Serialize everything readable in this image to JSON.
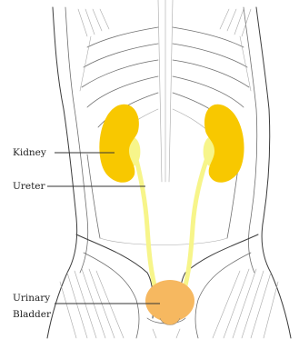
{
  "labels": {
    "kidney": "Kidney",
    "ureter": "Ureter",
    "bladder_line1": "Urinary",
    "bladder_line2": "Bladder"
  },
  "colors": {
    "kidney": "#f8c800",
    "ureter": "#f7f58a",
    "bladder": "#f6b860",
    "sketch": "#6f6f6f"
  }
}
